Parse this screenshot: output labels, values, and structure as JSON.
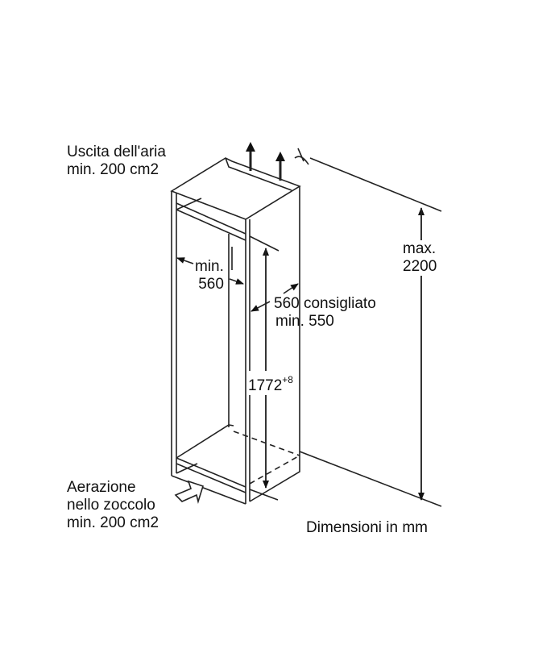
{
  "air_outlet": {
    "line1": "Uscita dell'aria",
    "line2": "min. 200 cm2"
  },
  "inner_width": {
    "line1": "min.",
    "line2": "560"
  },
  "depth": {
    "line1": "560 consigliato",
    "line2": "min. 550"
  },
  "niche_height": {
    "value": "1772",
    "tolerance": "+8"
  },
  "max_height": {
    "line1": "max.",
    "line2": "2200"
  },
  "plinth_vent": {
    "line1": "Aerazione",
    "line2": "nello zoccolo",
    "line3": "min. 200 cm2"
  },
  "units_note": "Dimensioni in mm"
}
